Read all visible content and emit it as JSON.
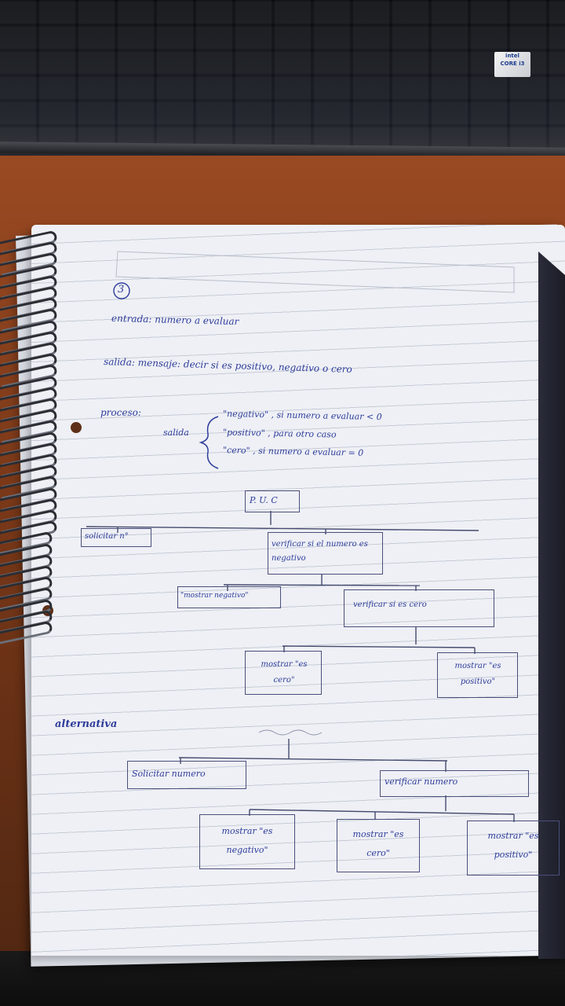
{
  "laptop": {
    "sticker_brand": "intel",
    "sticker_model": "CORE i3"
  },
  "note": {
    "number": "3",
    "entrada": "entrada: numero a evaluar",
    "salida": "salida: mensaje: decir si es positivo, negativo o cero",
    "proceso": "proceso:",
    "salida_label": "salida",
    "cases": [
      "\"negativo\" , si numero a evaluar < 0",
      "\"positivo\" , para otro caso",
      "\"cero\" , si numero a evaluar = 0"
    ],
    "tree1": {
      "root": "P. U. C",
      "solicitar": "solicitar n°",
      "verificar": "verificar si el numero es negativo",
      "mostrar_negativo": "\"mostrar negativo\"",
      "verificar_cero": "verificar si es cero",
      "mostrar_cero": "mostrar \"es cero\"",
      "mostrar_positivo": "mostrar \"es positivo\""
    },
    "alternativa": "alternativa",
    "tree2": {
      "solicitar": "Solicitar numero",
      "verificar": "verificar numero",
      "mostrar_negativo": "mostrar \"es negativo\"",
      "mostrar_cero": "mostrar \"es cero\"",
      "mostrar_positivo": "mostrar \"es positivo\""
    }
  }
}
